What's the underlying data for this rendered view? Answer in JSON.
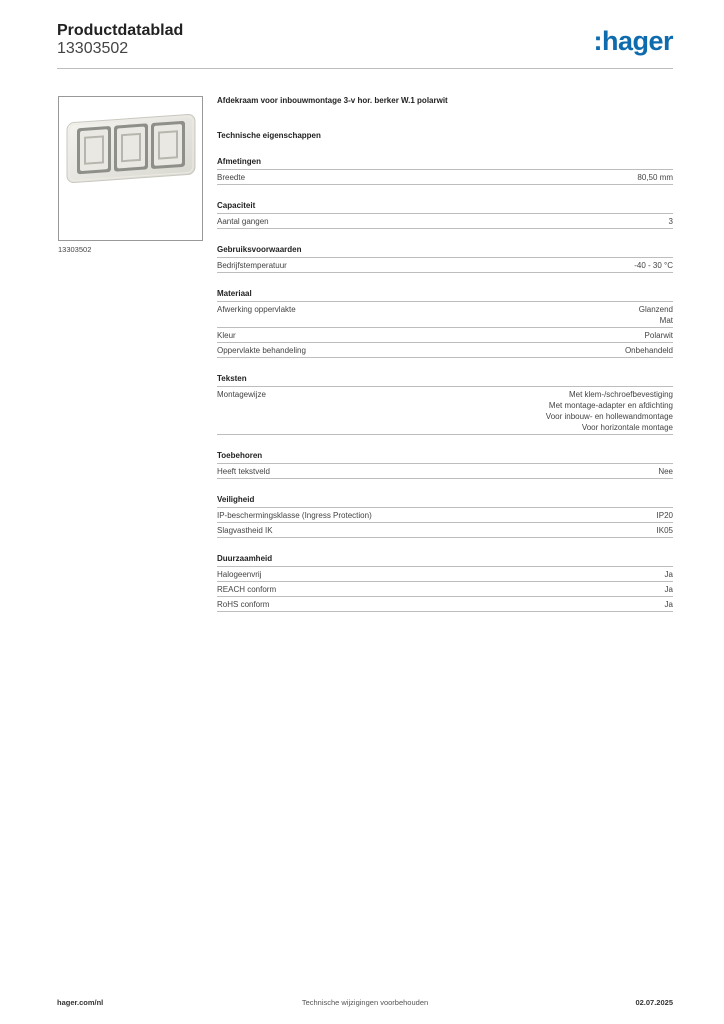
{
  "header": {
    "title": "Productdatablad",
    "number": "13303502",
    "logo_text": ":hager",
    "brand_color": "#0d6bae"
  },
  "product": {
    "image_caption": "13303502",
    "name": "Afdekraam voor inbouwmontage 3-v hor. berker W.1 polarwit",
    "tech_title": "Technische eigenschappen"
  },
  "sections": [
    {
      "title": "Afmetingen",
      "rows": [
        {
          "key": "Breedte",
          "values": [
            "80,50 mm"
          ]
        }
      ]
    },
    {
      "title": "Capaciteit",
      "rows": [
        {
          "key": "Aantal gangen",
          "values": [
            "3"
          ]
        }
      ]
    },
    {
      "title": "Gebruiksvoorwaarden",
      "rows": [
        {
          "key": "Bedrijfstemperatuur",
          "values": [
            "-40 - 30 °C"
          ]
        }
      ]
    },
    {
      "title": "Materiaal",
      "rows": [
        {
          "key": "Afwerking oppervlakte",
          "values": [
            "Glanzend",
            "Mat"
          ]
        },
        {
          "key": "Kleur",
          "values": [
            "Polarwit"
          ]
        },
        {
          "key": "Oppervlakte behandeling",
          "values": [
            "Onbehandeld"
          ]
        }
      ]
    },
    {
      "title": "Teksten",
      "rows": [
        {
          "key": "Montagewijze",
          "values": [
            "Met klem-/schroefbevestiging",
            "Met montage-adapter en afdichting",
            "Voor inbouw- en hollewandmontage",
            "Voor horizontale montage"
          ]
        }
      ]
    },
    {
      "title": "Toebehoren",
      "rows": [
        {
          "key": "Heeft tekstveld",
          "values": [
            "Nee"
          ]
        }
      ]
    },
    {
      "title": "Veiligheid",
      "rows": [
        {
          "key": "IP-beschermingsklasse (Ingress Protection)",
          "values": [
            "IP20"
          ]
        },
        {
          "key": "Slagvastheid IK",
          "values": [
            "IK05"
          ]
        }
      ]
    },
    {
      "title": "Duurzaamheid",
      "rows": [
        {
          "key": "Halogeenvrij",
          "values": [
            "Ja"
          ]
        },
        {
          "key": "REACH conform",
          "values": [
            "Ja"
          ]
        },
        {
          "key": "RoHS conform",
          "values": [
            "Ja"
          ]
        }
      ]
    }
  ],
  "footer": {
    "website": "hager.com/nl",
    "disclaimer": "Technische wijzigingen voorbehouden",
    "date": "02.07.2025"
  }
}
